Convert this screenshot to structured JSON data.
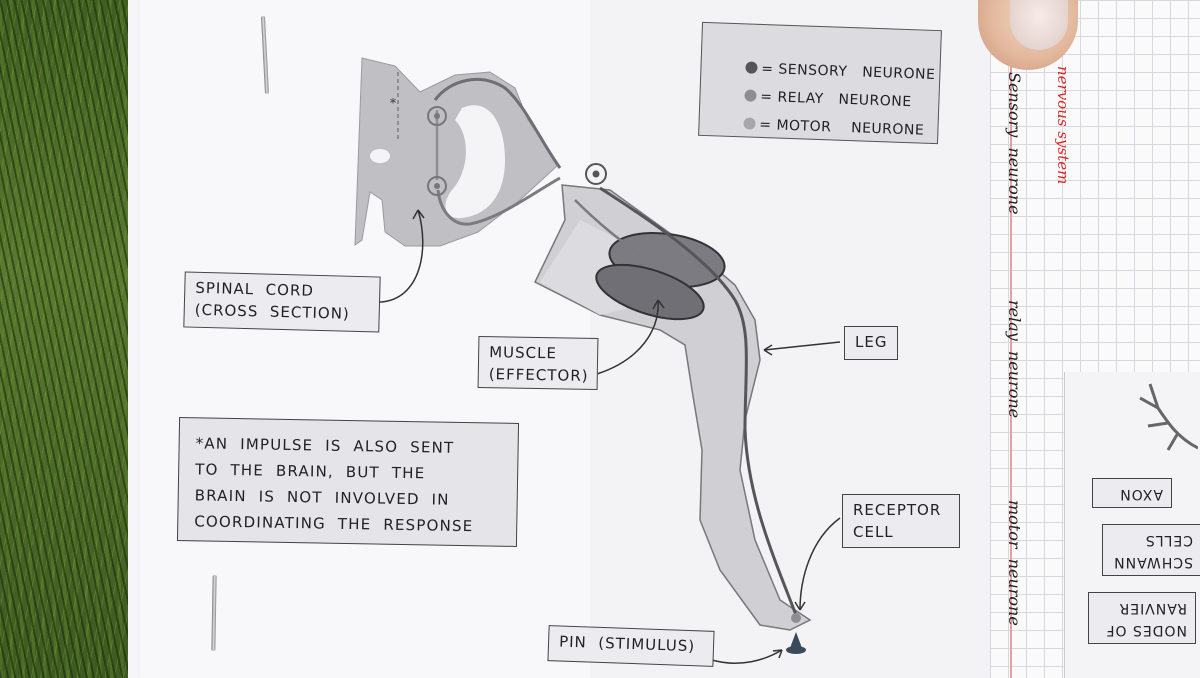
{
  "legend": {
    "items": [
      {
        "label": "= SENSORY   NEURONE",
        "color": "#555559"
      },
      {
        "label": "= RELAY   NEURONE",
        "color": "#8d8d92"
      },
      {
        "label": "= MOTOR    NEURONE",
        "color": "#a6a6ab"
      }
    ]
  },
  "labels": {
    "spinal_cord": [
      "SPINAL  CORD",
      "(CROSS  SECTION)"
    ],
    "muscle": [
      "MUSCLE",
      "(EFFECTOR)"
    ],
    "leg": "LEG",
    "receptor": [
      "RECEPTOR",
      "CELL"
    ],
    "pin": "PIN  (STIMULUS)"
  },
  "footnote": [
    "*AN  IMPULSE  IS  ALSO  SENT",
    "TO  THE  BRAIN,  BUT  THE",
    "BRAIN  IS  NOT  INVOLVED  IN",
    "COORDINATING  THE  RESPONSE"
  ],
  "asterisk": "*",
  "handwriting": {
    "nervous_system": "nervous system",
    "sensory": "Sensory  neurone",
    "relay": "relay  neurone",
    "motor": "motor  neurone"
  },
  "mirrored_page": {
    "axon": "AXON",
    "schwann": [
      "SCHWANN",
      "CELLS"
    ],
    "nodes": [
      "NODES OF",
      "RANVIER"
    ]
  },
  "colors": {
    "sensory": "#555559",
    "relay": "#8d8d92",
    "motor": "#a6a6ab",
    "red_ink": "#d62a2a"
  }
}
